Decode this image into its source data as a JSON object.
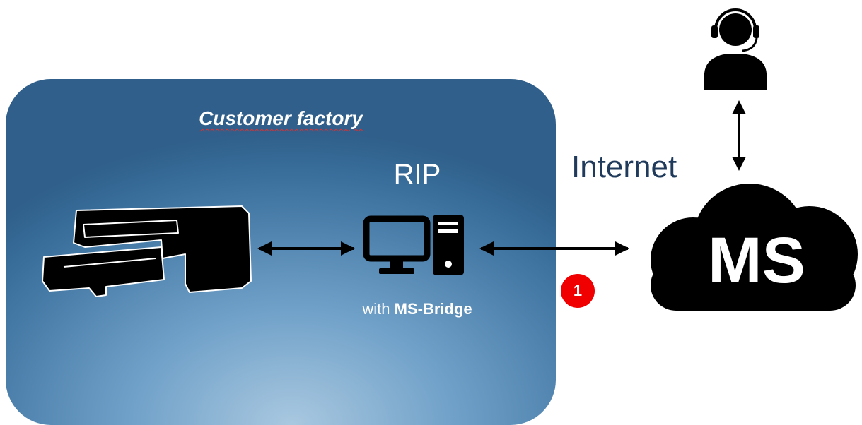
{
  "diagram": {
    "factory_title": "Customer factory",
    "rip_label": "RIP",
    "bridge_prefix": "with ",
    "bridge_name": "MS-Bridge",
    "internet_label": "Internet",
    "cloud_label": "MS",
    "badge_number": "1",
    "icons": [
      "printer-icon",
      "computer-icon",
      "cloud-icon",
      "support-agent-icon"
    ],
    "colors": {
      "factory_dark": "#2f5f8a",
      "factory_light": "#a9c8e0",
      "badge": "#f00000",
      "internet_text": "#1f3a5a",
      "icon": "#000000"
    }
  }
}
